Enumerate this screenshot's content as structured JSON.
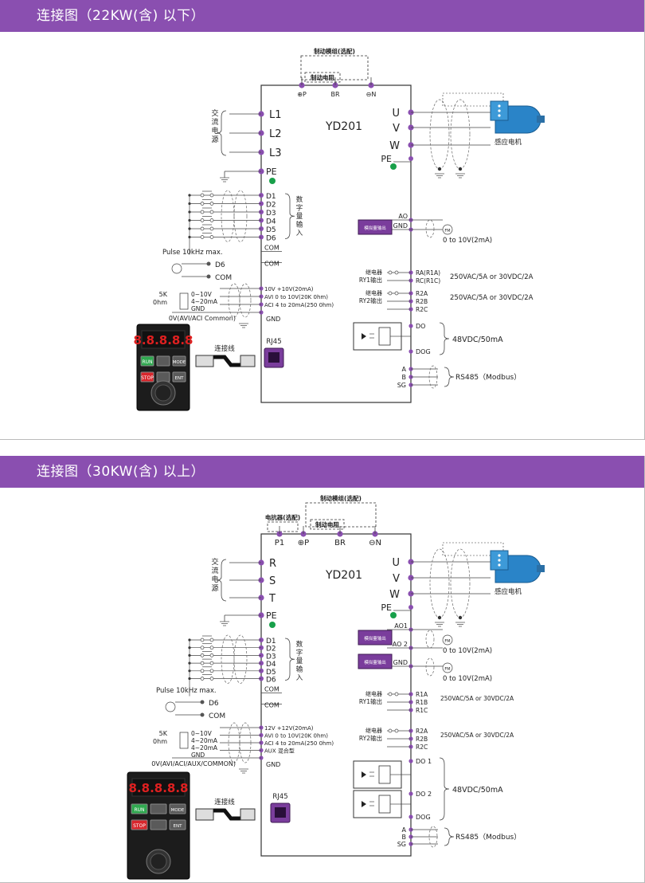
{
  "sections": [
    {
      "title": "连接图（22KW(含) 以下）",
      "model": "YD201",
      "brake_module": "制动模组(选配)",
      "brake_resistor": "制动电阻",
      "reactor": "",
      "top_terminals": [
        "⊕P",
        "BR",
        "⊖N"
      ],
      "power_label": "交流电源",
      "power_terminals": [
        "L1",
        "L2",
        "L3"
      ],
      "pe": "PE",
      "digital_label": "数字量输入",
      "digital_terminals": [
        "D1",
        "D2",
        "D3",
        "D4",
        "D5",
        "D6"
      ],
      "com": "COM",
      "pulse_label": "Pulse 10kHz max.",
      "d6": "D6",
      "analog_labels": [
        "10V +10V(20mA)",
        "AVI 0 to 10V(20K 0hm)",
        "ACI 4 to 20mA(250 0hm)"
      ],
      "aux_label": "",
      "gnd": "GND",
      "pot_label": "5K\n0hm",
      "range_labels": [
        "0~10V",
        "4~20mA",
        "GND"
      ],
      "common_label": "0V(AVI/ACI Common)",
      "rj45": "RJ45",
      "cable": "连接线",
      "motor_terminals": [
        "U",
        "V",
        "W"
      ],
      "motor_label": "感应电机",
      "analog_out": [
        "AO",
        "GND"
      ],
      "analog_out_box": "模拟量输出",
      "analog_out_range": "0 to 10V(2mA)",
      "relay1": {
        "label": "继电器\nRY1输出",
        "terminals": [
          "RA(R1A)",
          "RC(R1C)"
        ],
        "rating": "250VAC/5A or 30VDC/2A"
      },
      "relay2": {
        "label": "继电器\nRY2输出",
        "terminals": [
          "R2A",
          "R2B",
          "R2C"
        ],
        "rating": "250VAC/5A or 30VDC/2A"
      },
      "do_terminals": [
        "DO",
        "DOG"
      ],
      "do_rating": "48VDC/50mA",
      "rs485_terminals": [
        "A",
        "B",
        "SG"
      ],
      "rs485_label": "RS485（Modbus）",
      "keypad": {
        "display": "8.8.8.8.8",
        "buttons": [
          "RUN",
          "MODE",
          "STOP",
          "ENT"
        ]
      }
    },
    {
      "title": "连接图（30KW(含) 以上）",
      "model": "YD201",
      "brake_module": "制动模组(选配)",
      "brake_resistor": "制动电阻",
      "reactor": "电抗器(选配)",
      "top_terminals": [
        "P1",
        "⊕P",
        "BR",
        "⊖N"
      ],
      "power_label": "交流电源",
      "power_terminals": [
        "R",
        "S",
        "T"
      ],
      "pe": "PE",
      "digital_label": "数字量输入",
      "digital_terminals": [
        "D1",
        "D2",
        "D3",
        "D4",
        "D5",
        "D6"
      ],
      "com": "COM",
      "pulse_label": "Pulse 10kHz max.",
      "d6": "D6",
      "analog_labels": [
        "12V +12V(20mA)",
        "AVI 0 to 10V(20K 0hm)",
        "ACI 4 to 20mA(250 0hm)",
        "AUX 混合型"
      ],
      "aux_label": "AUX",
      "gnd": "GND",
      "pot_label": "5K\n0hm",
      "range_labels": [
        "0~10V",
        "4~20mA",
        "4~20mA",
        "GND"
      ],
      "common_label": "0V(AVI/ACI/AUX/COMMON)",
      "rj45": "RJ45",
      "cable": "连接线",
      "motor_terminals": [
        "U",
        "V",
        "W"
      ],
      "motor_label": "感应电机",
      "analog_out": [
        "AO1",
        "AO 2",
        "GND"
      ],
      "analog_out_box": "模拟量输出",
      "analog_out_range": "0 to 10V(2mA)",
      "relay1": {
        "label": "继电器\nRY1输出",
        "terminals": [
          "R1A",
          "R1B",
          "R1C"
        ],
        "rating": "250VAC/5A or 30VDC/2A"
      },
      "relay2": {
        "label": "继电器\nRY2输出",
        "terminals": [
          "R2A",
          "R2B",
          "R2C"
        ],
        "rating": "250VAC/5A or 30VDC/2A"
      },
      "do_terminals": [
        "DO 1",
        "DO 2",
        "DOG"
      ],
      "do_rating": "48VDC/50mA",
      "rs485_terminals": [
        "A",
        "B",
        "SG"
      ],
      "rs485_label": "RS485（Modbus）",
      "keypad": {
        "display": "8.8.8.8.8",
        "buttons": [
          "RUN",
          "MODE",
          "STOP",
          "ENT"
        ]
      }
    }
  ],
  "colors": {
    "band": "#8a4fb0",
    "terminal": "#8a4fb0",
    "motor": "#2a84c8",
    "ground": "#18a04a",
    "keypad": "#1c1c1c",
    "led": "#e02020",
    "run": "#2fa84f",
    "stop": "#d8262c"
  }
}
